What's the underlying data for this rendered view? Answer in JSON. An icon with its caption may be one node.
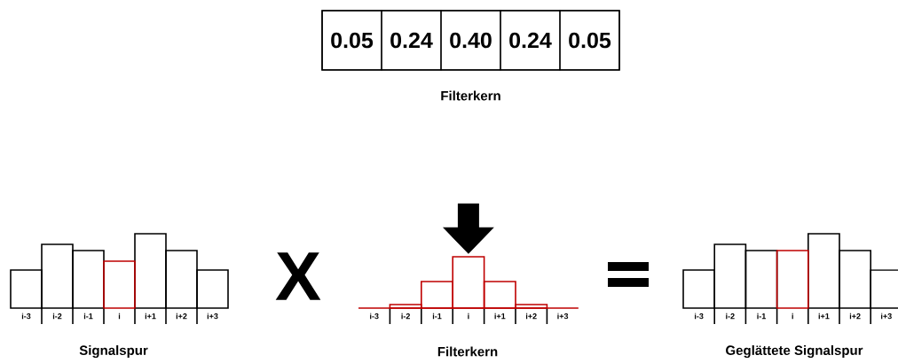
{
  "diagram": {
    "nodes": [
      {
        "text": [
          "Filterkern"
        ]
      },
      {
        "text": [
          "0.05"
        ],
        "in": 0
      },
      {
        "text": [
          "0.24"
        ],
        "in": 0
      },
      {
        "text": [
          "0.40"
        ],
        "in": 0
      },
      {
        "text": [
          "0.24"
        ],
        "in": 0
      },
      {
        "text": [
          "0.05"
        ],
        "in": 0
      },
      {
        "text": [
          "Signalspur"
        ]
      },
      {
        "text": [
          "Filterkern"
        ]
      },
      {
        "text": [
          "Geglättete Signalspur"
        ]
      }
    ],
    "edges": [
      {
        "from": null,
        "to": 7,
        "arrow": "to"
      }
    ],
    "labels": [
      "X",
      "i-3",
      "i-2",
      "i-1",
      "i",
      "i+1",
      "i+2",
      "i+3",
      "i-3",
      "i-2",
      "i-1",
      "i",
      "i+1",
      "i+2",
      "i+3",
      "i-3",
      "i-2",
      "i-1",
      "i",
      "i+1",
      "i+2",
      "i+3"
    ]
  }
}
